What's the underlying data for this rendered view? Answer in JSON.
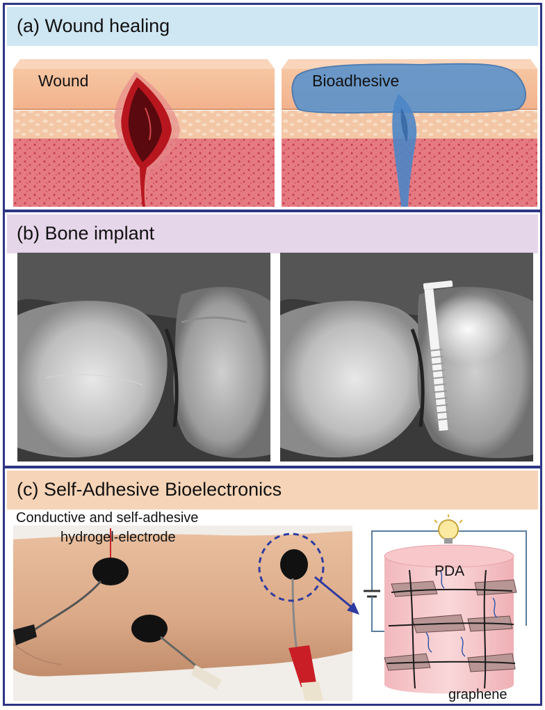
{
  "panels": {
    "a": {
      "title": "(a) Wound healing",
      "header_color": "#cfe6f3",
      "left_label": "Wound",
      "right_label": "Bioadhesive"
    },
    "b": {
      "title": "(b) Bone implant",
      "header_color": "#e6d6ea"
    },
    "c": {
      "title": "(c) Self-Adhesive Bioelectronics",
      "header_color": "#f6d4b7",
      "annotation_line1": "Conductive and self-adhesive",
      "annotation_line2": "hydrogel-electrode",
      "pda_label": "PDA",
      "graphene_label": "graphene"
    }
  },
  "colors": {
    "frame": "#2e3585",
    "skin_top": "#f7c9a8",
    "tissue": "#e57a82",
    "wound": "#a3141c",
    "bioadhesive": "#5c93cc"
  }
}
